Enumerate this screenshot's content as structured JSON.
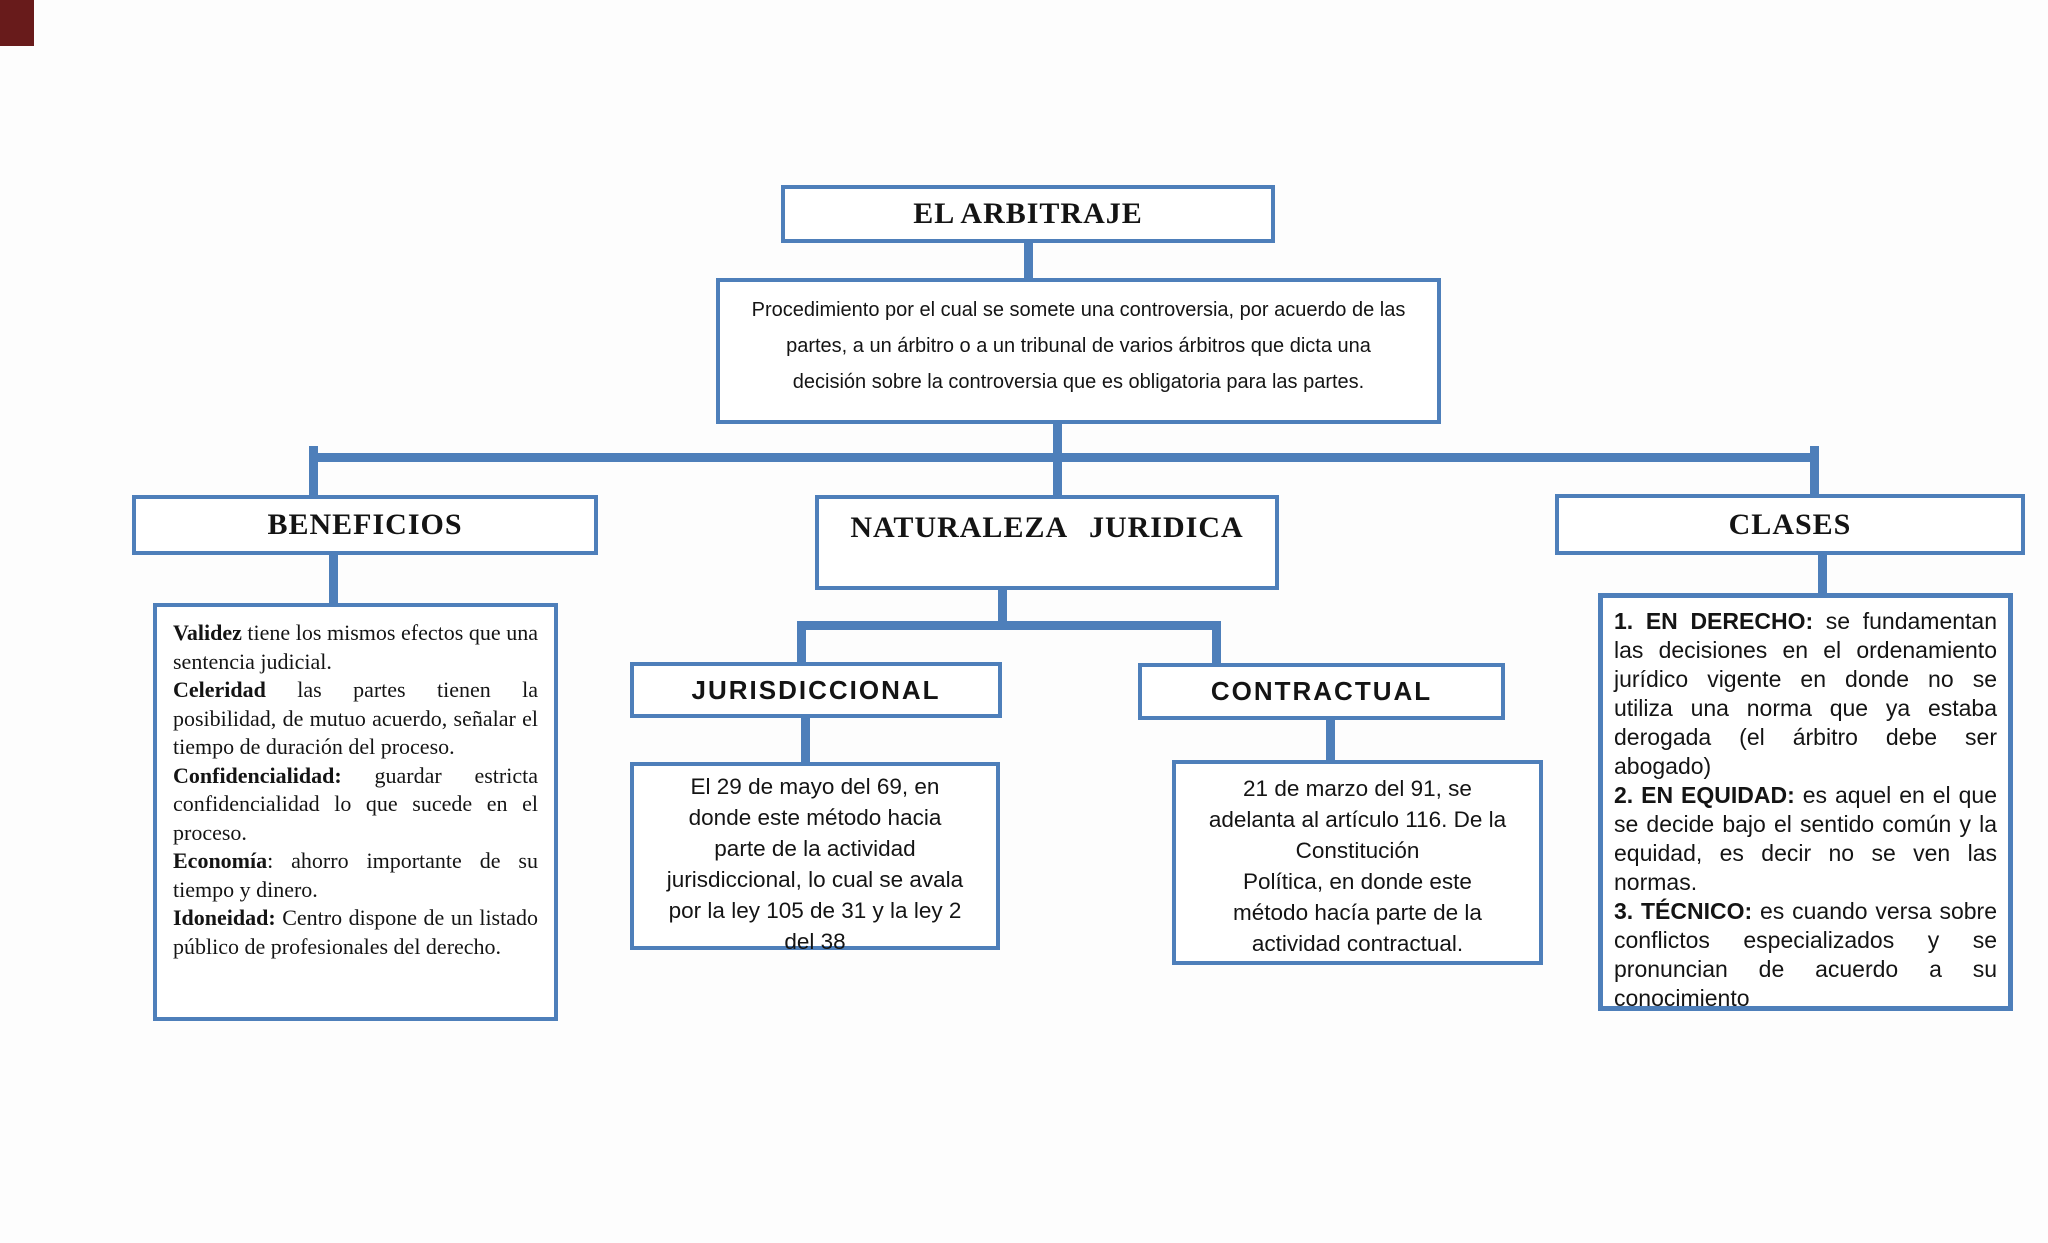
{
  "page": {
    "accent_color": "#4e7fba",
    "background_color": "#fdfdfd",
    "corner_artifact_color": "#681b1b"
  },
  "root": {
    "title": "EL ARBITRAJE"
  },
  "definition": {
    "text": "Procedimiento por el cual se somete una controversia, por acuerdo de las\npartes, a un árbitro o a un tribunal de varios árbitros que dicta una\ndecisión sobre la controversia que es obligatoria para las partes."
  },
  "beneficios": {
    "title": "BENEFICIOS",
    "items": [
      {
        "term": "Validez",
        "text": " tiene los mismos efectos que una sentencia judicial."
      },
      {
        "term": "Celeridad",
        "text": " las partes tienen la posibilidad, de mutuo acuerdo, señalar el tiempo de duración del proceso."
      },
      {
        "term": "Confidencialidad:",
        "text": " guardar estricta confidencialidad lo que sucede en el proceso."
      },
      {
        "term": "Economía",
        "text": ": ahorro importante de su tiempo y dinero."
      },
      {
        "term": "Idoneidad:",
        "text": " Centro dispone de un listado público de profesionales del derecho."
      }
    ]
  },
  "naturaleza": {
    "title": "NATURALEZA JURIDICA",
    "jurisdiccional": {
      "title": "JURISDICCIONAL",
      "text": "El 29 de mayo del 69, en\ndonde este método hacia\nparte de la actividad\njurisdiccional, lo cual se avala\npor la ley 105 de 31 y la ley 2\ndel 38"
    },
    "contractual": {
      "title": "CONTRACTUAL",
      "text": "21 de marzo del 91, se\nadelanta al artículo 116. De la\nConstitución\nPolítica, en donde este\nmétodo hacía parte de la\nactividad contractual."
    }
  },
  "clases": {
    "title": "CLASES",
    "items": [
      {
        "term": "1. EN DERECHO:",
        "text": " se fundamentan las decisiones en el ordenamiento jurídico vigente en donde no se utiliza una norma que ya estaba derogada (el árbitro debe ser abogado)"
      },
      {
        "term": "2. EN EQUIDAD:",
        "text": " es aquel en el que se decide bajo el sentido común y la equidad, es decir no se ven las normas."
      },
      {
        "term": "3. TÉCNICO:",
        "text": " es cuando versa sobre conflictos especializados y se pronuncian de acuerdo a su conocimiento"
      }
    ]
  }
}
